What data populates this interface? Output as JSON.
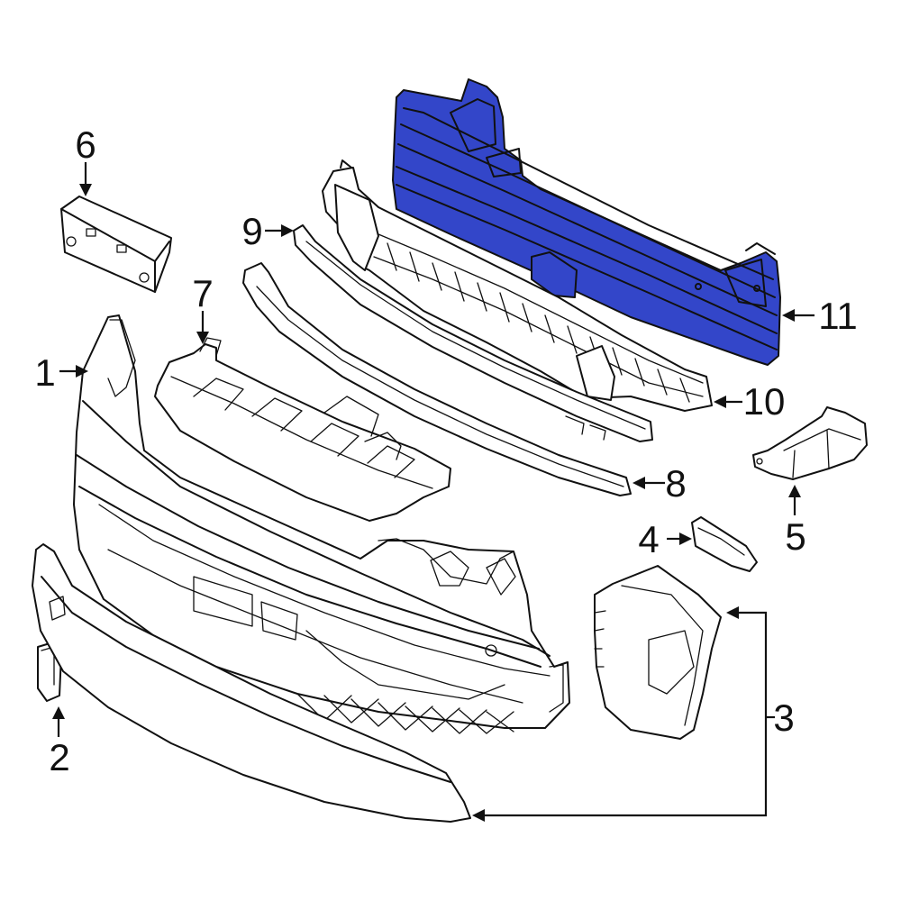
{
  "diagram": {
    "highlight_color": "#3346c9",
    "highlighted_part": "11",
    "callouts": [
      {
        "id": "c1",
        "label": "1"
      },
      {
        "id": "c2",
        "label": "2"
      },
      {
        "id": "c3",
        "label": "3"
      },
      {
        "id": "c4",
        "label": "4"
      },
      {
        "id": "c5",
        "label": "5"
      },
      {
        "id": "c6",
        "label": "6"
      },
      {
        "id": "c7",
        "label": "7"
      },
      {
        "id": "c8",
        "label": "8"
      },
      {
        "id": "c9",
        "label": "9"
      },
      {
        "id": "c10",
        "label": "10"
      },
      {
        "id": "c11",
        "label": "11"
      }
    ]
  }
}
